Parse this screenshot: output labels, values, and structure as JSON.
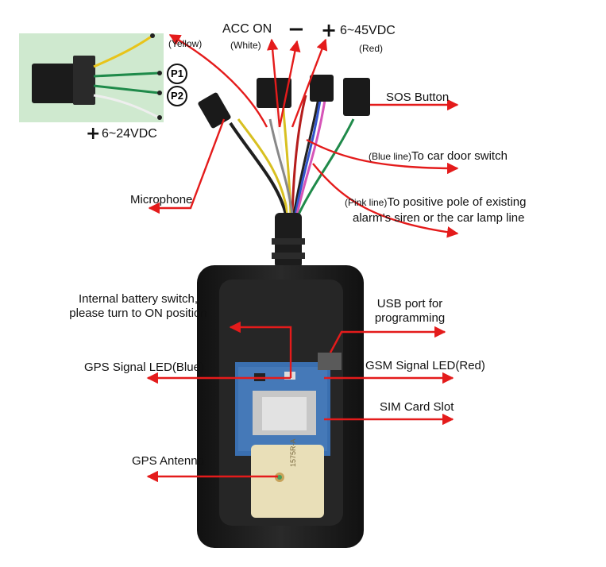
{
  "inset": {
    "yellow_label": "(Yellow)",
    "p1_label": "P1",
    "p2_label": "P2",
    "plus_symbol": "+",
    "voltage_label": "6~24VDC",
    "background_color": "#cfe9cf"
  },
  "top": {
    "acc_on_label": "ACC ON",
    "white_label": "(White)",
    "minus_symbol": "−",
    "plus_symbol": "+",
    "voltage_label": "6~45VDC",
    "red_label": "(Red)"
  },
  "callouts": {
    "sos_button": "SOS Button",
    "blue_line_prefix": "(Blue line)",
    "blue_line_text": "To car door switch",
    "pink_line_prefix": "(Pink line)",
    "pink_line_text": "To positive pole of existing",
    "pink_line_text2": "alarm’s siren or the car lamp line",
    "microphone": "Microphone",
    "internal_battery_1": "Internal battery switch,",
    "internal_battery_2": "please turn to ON position",
    "usb_port_1": "USB port for",
    "usb_port_2": "programming",
    "gps_led": "GPS Signal LED(Blue)",
    "gsm_led": "GSM Signal LED(Red)",
    "sim_slot": "SIM Card Slot",
    "gps_antenna": "GPS Antenna"
  },
  "antenna_text": "1575R-A",
  "colors": {
    "arrow": "#e41b1b",
    "device_body": "#1d1d1d",
    "pcb": "#3a6fb0",
    "antenna": "#e9dfb8"
  }
}
